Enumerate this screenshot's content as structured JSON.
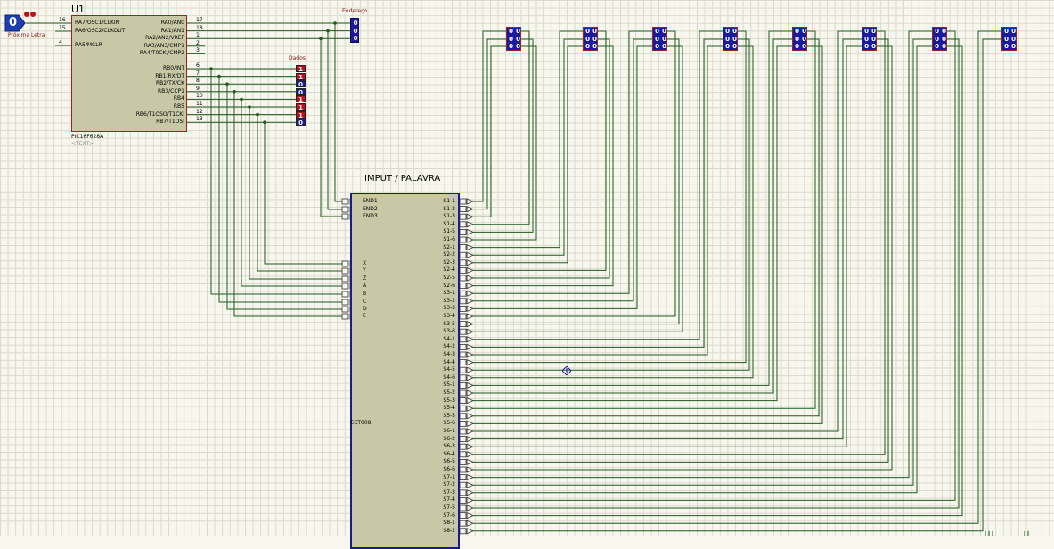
{
  "input_button": {
    "value": "0",
    "label": "Próxima Letra"
  },
  "u1": {
    "ref": "U1",
    "part": "PIC16F628A",
    "text_placeholder": "<TEXT>",
    "left_pins": [
      {
        "name": "RA7/OSC1/CLKIN",
        "num": "16"
      },
      {
        "name": "RA6/OSC2/CLKOUT",
        "num": "15"
      },
      {
        "name": "RA5/MCLR",
        "num": "4"
      }
    ],
    "right_pins": [
      {
        "name": "RA0/AN0",
        "num": "17"
      },
      {
        "name": "RA1/AN1",
        "num": "18"
      },
      {
        "name": "RA2/AN2/VREF",
        "num": "1"
      },
      {
        "name": "RA3/AN3/CMP1",
        "num": "2"
      },
      {
        "name": "RA4/T0CKI/CMP2",
        "num": "3"
      },
      {
        "name": "RB0/INT",
        "num": "6"
      },
      {
        "name": "RB1/RX/DT",
        "num": "7"
      },
      {
        "name": "RB2/TX/CK",
        "num": "8"
      },
      {
        "name": "RB3/CCP1",
        "num": "9"
      },
      {
        "name": "RB4",
        "num": "10"
      },
      {
        "name": "RB5",
        "num": "11"
      },
      {
        "name": "RB6/T1OSO/T1CKI",
        "num": "12"
      },
      {
        "name": "RB7/T1OSI",
        "num": "13"
      }
    ]
  },
  "endereco": {
    "label": "Endereço",
    "values": [
      "0",
      "0",
      "0"
    ]
  },
  "dados": {
    "label": "Dados",
    "values": [
      "1",
      "1",
      "0",
      "0",
      "1",
      "1",
      "1",
      "0"
    ]
  },
  "imput": {
    "title": "IMPUT / PALAVRA",
    "part": "CCT008",
    "left_pins": [
      "END1",
      "END2",
      "END3",
      "X",
      "Y",
      "Z",
      "A",
      "B",
      "C",
      "D",
      "E"
    ],
    "right_pins": [
      "S1-1",
      "S1-2",
      "S1-3",
      "S1-4",
      "S1-5",
      "S1-6",
      "S2-1",
      "S2-2",
      "S2-3",
      "S2-4",
      "S2-5",
      "S2-6",
      "S3-1",
      "S3-2",
      "S3-3",
      "S3-4",
      "S3-5",
      "S3-6",
      "S4-1",
      "S4-2",
      "S4-3",
      "S4-4",
      "S4-5",
      "S4-6",
      "S5-1",
      "S5-2",
      "S5-3",
      "S5-4",
      "S5-5",
      "S5-6",
      "S6-1",
      "S6-2",
      "S6-3",
      "S6-4",
      "S6-5",
      "S6-6",
      "S7-1",
      "S7-2",
      "S7-3",
      "S7-4",
      "S7-5",
      "S7-6",
      "S8-1",
      "S8-2"
    ]
  },
  "braille_displays": [
    {
      "cells": [
        "0",
        "0",
        "0",
        "0",
        "0",
        "0"
      ]
    },
    {
      "cells": [
        "0",
        "0",
        "0",
        "0",
        "0",
        "0"
      ]
    },
    {
      "cells": [
        "0",
        "0",
        "0",
        "0",
        "0",
        "0"
      ]
    },
    {
      "cells": [
        "0",
        "0",
        "0",
        "0",
        "0",
        "0"
      ]
    },
    {
      "cells": [
        "0",
        "0",
        "0",
        "0",
        "0",
        "0"
      ]
    },
    {
      "cells": [
        "0",
        "0",
        "0",
        "0",
        "0",
        "0"
      ]
    },
    {
      "cells": [
        "0",
        "0",
        "0",
        "0",
        "0",
        "0"
      ]
    },
    {
      "cells": [
        "0",
        "0",
        "0",
        "0",
        "0",
        "0"
      ]
    }
  ],
  "colors": {
    "wire": "#1f5a1f",
    "chip_fill": "#c8c8a6",
    "chip_border": "#a02020",
    "block_border": "#1a1a8c",
    "probe_high": "#c0101e",
    "probe_low": "#1a1a9c"
  }
}
